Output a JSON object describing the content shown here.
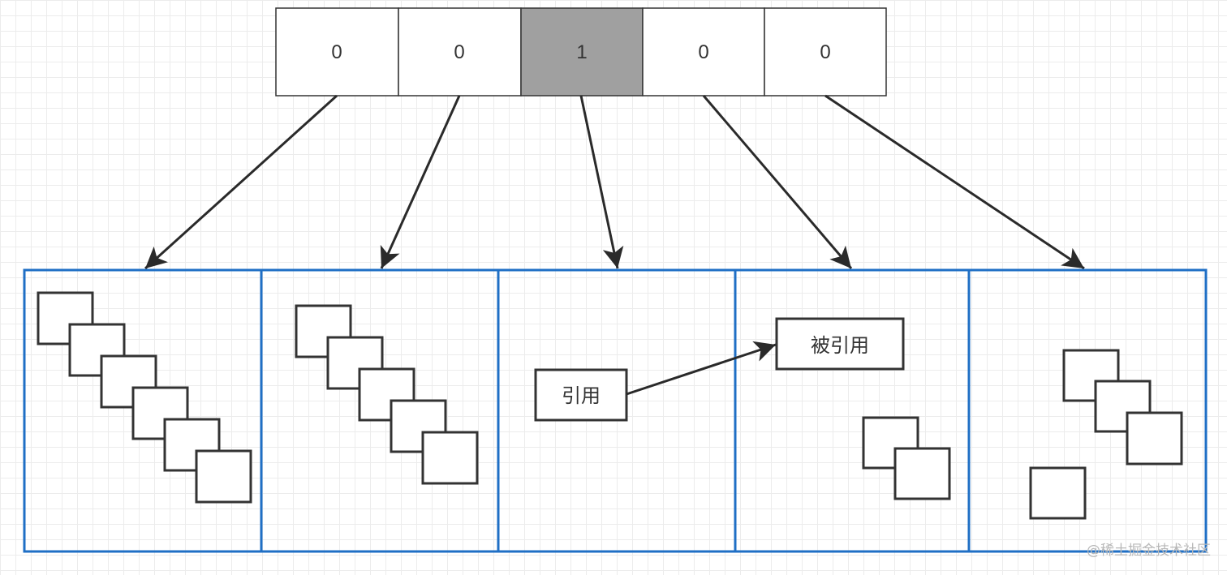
{
  "bitmap": {
    "cells": [
      "0",
      "0",
      "1",
      "0",
      "0"
    ],
    "highlight_color": "#a0a0a0"
  },
  "regions": {
    "border_color": "#1f6fc5",
    "count": 5
  },
  "labels": {
    "reference": "引用",
    "referenced": "被引用"
  },
  "watermark": "@稀土掘金技术社区",
  "colors": {
    "stroke": "#333333",
    "arrow": "#2a2a2a"
  }
}
